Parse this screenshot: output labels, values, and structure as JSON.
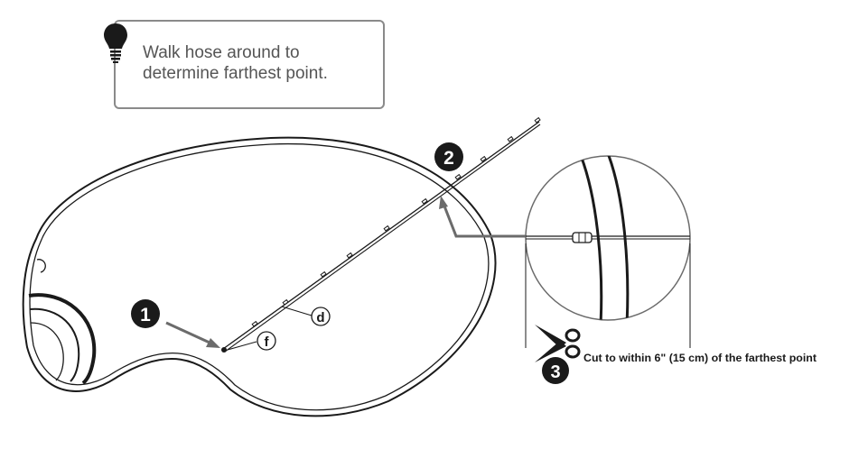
{
  "tip": {
    "icon": "lightbulb-icon",
    "text_line1": "Walk hose around to",
    "text_line2": "determine farthest point."
  },
  "steps": {
    "step1": "1",
    "step2": "2",
    "step3": "3"
  },
  "labels": {
    "d": "d",
    "f": "f"
  },
  "cut_instruction": "Cut to within 6\" (15 cm) of the farthest point",
  "icons": {
    "scissors": "scissors-icon",
    "magnifier": "detail-magnifier-circle"
  },
  "colors": {
    "line": "#1a1a1a",
    "arrow": "#6b6b6b",
    "badge": "#1a1a1a",
    "tip_text": "#555555",
    "tip_border": "#8a8a8a"
  }
}
